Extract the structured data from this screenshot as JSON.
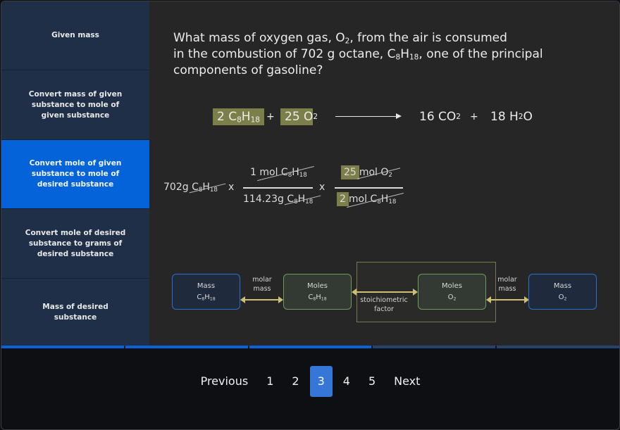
{
  "sidebar": {
    "steps": [
      {
        "label": "Given mass",
        "active": false
      },
      {
        "label": "Convert mass of given substance to mole of given substance",
        "active": false
      },
      {
        "label": "Convert mole of given substance to mole of desired substance",
        "active": true
      },
      {
        "label": "Convert mole of desired substance to grams of desired substance",
        "active": false
      },
      {
        "label": "Mass of desired substance",
        "active": false
      }
    ]
  },
  "question": {
    "line1_a": "What mass of oxygen gas, O",
    "line1_sub": "2",
    "line1_b": ", from the air is consumed",
    "line2_a": "in the combustion of 702 g octane, C",
    "line2_sub1": "8",
    "line2_mid": "H",
    "line2_sub2": "18",
    "line2_b": ", one of the principal",
    "line3": "components of gasoline?"
  },
  "equation": {
    "r1_coef": "2 C",
    "r1_s1": "8",
    "r1_h": "H",
    "r1_s2": "18",
    "plus": "+",
    "r2_coef": "25 O",
    "r2_s": "2",
    "p1_coef": "16 CO",
    "p1_s": "2",
    "p2_coef": "18 H",
    "p2_s": "2",
    "p2_end": "O"
  },
  "calculation": {
    "given": "702g",
    "given_unit": "C",
    "s8": "8",
    "h": "H",
    "s18": "18",
    "times": "x",
    "f1_num_val": "1",
    "f1_num_unit": "mol",
    "f1_den_val": "114.23g",
    "f2_num_val": "25",
    "f2_num_unit": "mol O",
    "f2_num_sub": "2",
    "f2_den_val": "2",
    "f2_den_unit": "mol"
  },
  "diagram": {
    "mass_given": {
      "title": "Mass",
      "formula": "C",
      "s1": "8",
      "h": "H",
      "s2": "18"
    },
    "moles_given": {
      "title": "Moles",
      "formula": "C",
      "s1": "8",
      "h": "H",
      "s2": "18"
    },
    "moles_desired": {
      "title": "Moles",
      "formula": "O",
      "s1": "2"
    },
    "mass_desired": {
      "title": "Mass",
      "formula": "O",
      "s1": "2"
    },
    "label_molar_mass_1": "molar mass",
    "label_stoich": "stoichiometric factor",
    "label_molar_mass_2": "molar mass",
    "colors": {
      "arrow": "#cdbf74",
      "highlight": "#7d7f4b",
      "mass_border": "#2d6fc8",
      "moles_border": "#6c9a5b"
    }
  },
  "progress": {
    "completed_segments": 3,
    "total_segments": 5
  },
  "pagination": {
    "previous": "Previous",
    "pages": [
      "1",
      "2",
      "3",
      "4",
      "5"
    ],
    "current": "3",
    "next": "Next",
    "accent": "#3577d6"
  }
}
